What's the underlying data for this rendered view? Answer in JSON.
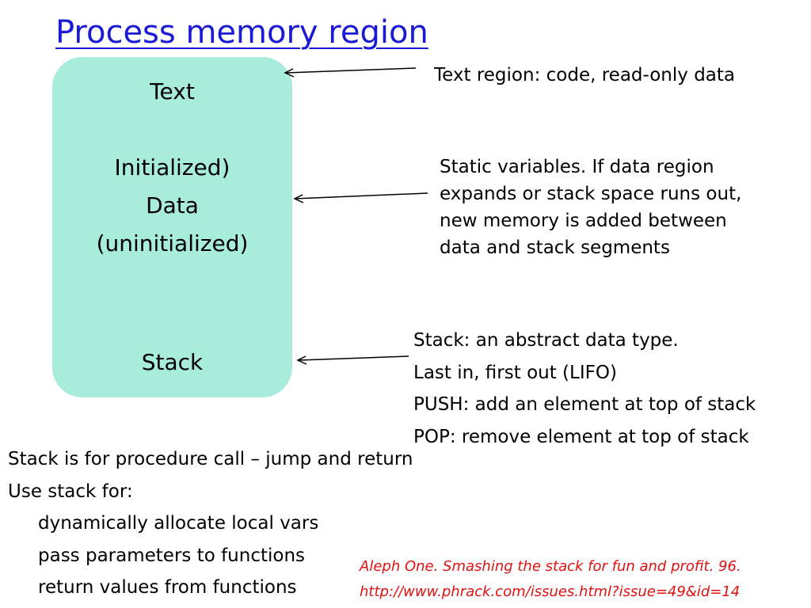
{
  "title": "Process memory region",
  "memory_box": {
    "text_segment": "Text",
    "data_segment": [
      "Initialized)",
      "Data",
      "(uninitialized)"
    ],
    "stack_segment": "Stack",
    "fill_color": "#a8ecdb"
  },
  "annotations": {
    "text_region": "Text region: code, read-only data",
    "data_region": [
      "Static variables. If data region",
      "expands or stack space runs out,",
      "new memory is added between",
      "data and stack segments"
    ],
    "stack_region": [
      "Stack: an abstract data type.",
      "Last in, first out (LIFO)",
      "PUSH: add an element at top of stack",
      "POP: remove element at top of stack"
    ]
  },
  "stack_usage": {
    "lines": [
      "Stack is for procedure call – jump and return",
      "Use stack for:"
    ],
    "uses": [
      "dynamically allocate local vars",
      "pass parameters to functions",
      "return values from functions"
    ]
  },
  "reference": {
    "citation": "Aleph One. Smashing the stack for fun and profit. 96.",
    "url": "http://www.phrack.com/issues.html?issue=49&id=14",
    "color": "#e01010"
  },
  "colors": {
    "title": "#1a1ad6"
  }
}
